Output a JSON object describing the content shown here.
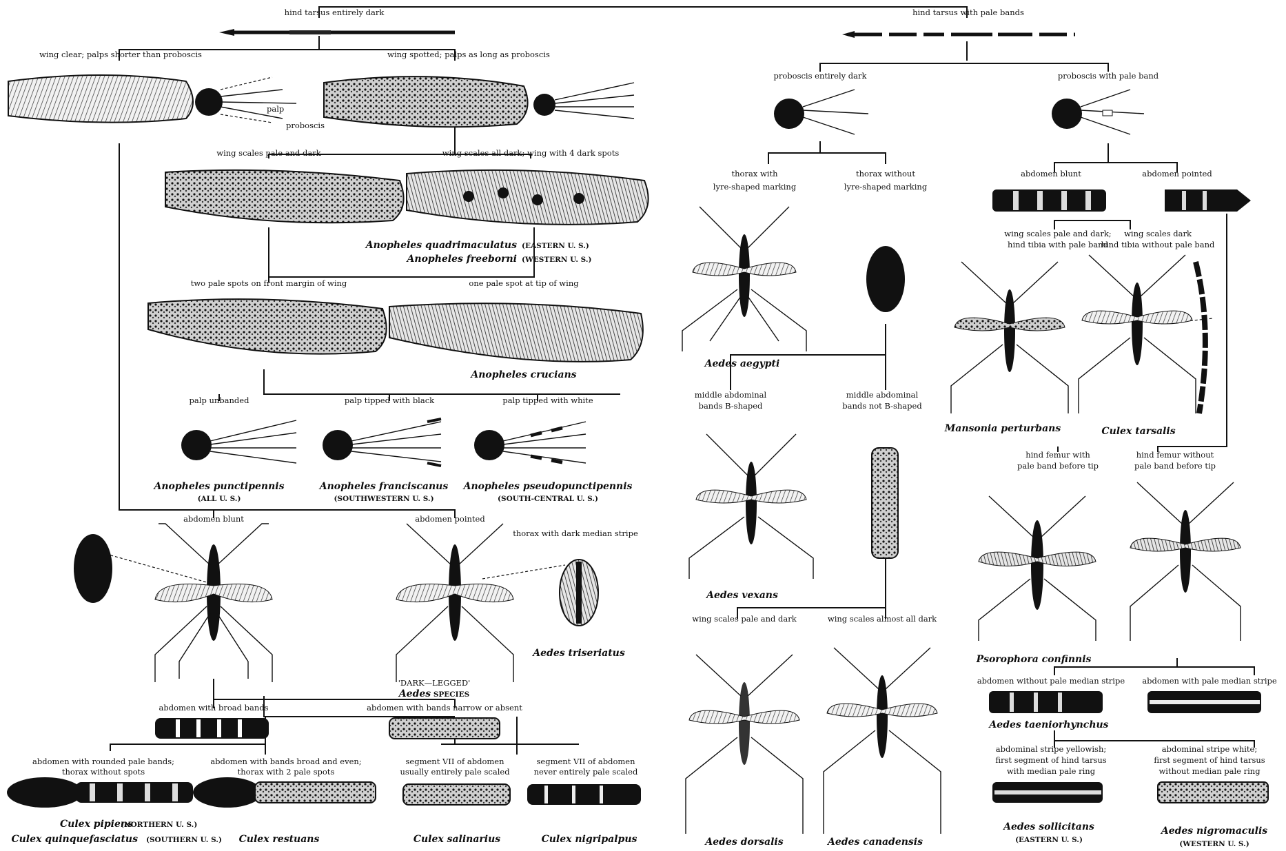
{
  "labels": {
    "hind_dark": "hind tarsus entirely dark",
    "hind_pale": "hind tarsus with pale bands",
    "wing_clear": "wing clear; palps shorter than proboscis",
    "wing_spotted": "wing spotted; palps as long as proboscis",
    "palp": "palp",
    "proboscis": "proboscis",
    "wsc_pale_dark": "wing scales pale and dark",
    "wsc_all_dark_4": "wing scales all dark; wing with 4 dark spots",
    "two_pale": "two pale spots on front margin of wing",
    "one_pale": "one pale spot at tip of wing",
    "palp_unbanded": "palp unbanded",
    "palp_black": "palp tipped with black",
    "palp_white": "palp tipped with white",
    "ab_blunt_l": "abdomen blunt",
    "ab_pointed_l": "abdomen pointed",
    "thorax_median": "thorax with dark median stripe",
    "dark_legged_1": "'DARK—LEGGED'",
    "dark_legged_2a": "Aedes",
    "dark_legged_2b": " SPECIES",
    "ab_broad": "abdomen with broad bands",
    "ab_narrow": "abdomen with bands narrow or absent",
    "rounded_1": "abdomen with rounded pale bands;",
    "rounded_2": "thorax without spots",
    "broad_even_1": "abdomen with bands broad and even;",
    "broad_even_2": "thorax with 2 pale spots",
    "seg7_usually_1": "segment VII of abdomen",
    "seg7_usually_2": "usually entirely pale scaled",
    "seg7_never_1": "segment VII of abdomen",
    "seg7_never_2": "never entirely pale scaled",
    "prob_dark": "proboscis entirely dark",
    "prob_pale": "proboscis with pale band",
    "lyre_1": "thorax with",
    "lyre_2": "lyre-shaped marking",
    "nolyre_1": "thorax without",
    "nolyre_2": "lyre-shaped marking",
    "mid_b_1": "middle abdominal",
    "mid_b_2": "bands B-shaped",
    "mid_nb_1": "middle abdominal",
    "mid_nb_2": "bands not B-shaped",
    "wsc_pd2": "wing scales pale and dark",
    "wsc_almost": "wing scales almost all dark",
    "ab_blunt_r": "abdomen blunt",
    "ab_pointed_r": "abdomen pointed",
    "mans_1": "wing scales pale and dark;",
    "mans_2": "hind tibia with pale band",
    "culex_t_1": "wing scales dark",
    "culex_t_2": "hind tibia without pale band",
    "femur_with_1": "hind femur with",
    "femur_with_2": "pale band before tip",
    "femur_without_1": "hind femur without",
    "femur_without_2": "pale band before tip",
    "ab_no_median": "abdomen without pale median stripe",
    "ab_median": "abdomen with pale median stripe",
    "yellow_1": "abdominal stripe yellowish;",
    "yellow_2": "first segment of hind tarsus",
    "yellow_3": "with median pale ring",
    "white_1": "abdominal stripe white;",
    "white_2": "first segment of hind tarsus",
    "white_3": "without median pale ring"
  },
  "species": {
    "quadrimaculatus": "Anopheles quadrimaculatus",
    "quadrimaculatus_region": "(EASTERN U. S.)",
    "freeborni": "Anopheles freeborni",
    "freeborni_region": "(WESTERN U. S.)",
    "crucians": "Anopheles crucians",
    "punctipennis": "Anopheles punctipennis",
    "punctipennis_region": "(ALL U. S.)",
    "franciscanus": "Anopheles franciscanus",
    "franciscanus_region": "(SOUTHWESTERN U. S.)",
    "pseudopunctipennis": "Anopheles pseudopunctipennis",
    "pseudopunctipennis_region": "(SOUTH-CENTRAL U. S.)",
    "triseriatus": "Aedes triseriatus",
    "pipiens": "Culex pipiens",
    "pipiens_region": "(NORTHERN U. S.)",
    "quinquefasciatus": "Culex quinquefasciatus",
    "quinquefasciatus_region": "(SOUTHERN U. S.)",
    "restuans": "Culex restuans",
    "salinarius": "Culex salinarius",
    "nigripalpus": "Culex nigripalpus",
    "aegypti": "Aedes aegypti",
    "vexans": "Aedes vexans",
    "dorsalis": "Aedes dorsalis",
    "canadensis": "Aedes canadensis",
    "perturbans": "Mansonia perturbans",
    "tarsalis": "Culex tarsalis",
    "confinnis": "Psorophora confinnis",
    "taeniorhynchus": "Aedes taeniorhynchus",
    "sollicitans": "Aedes sollicitans",
    "sollicitans_region": "(EASTERN U. S.)",
    "nigromaculis": "Aedes nigromaculis",
    "nigromaculis_region": "(WESTERN U. S.)"
  }
}
